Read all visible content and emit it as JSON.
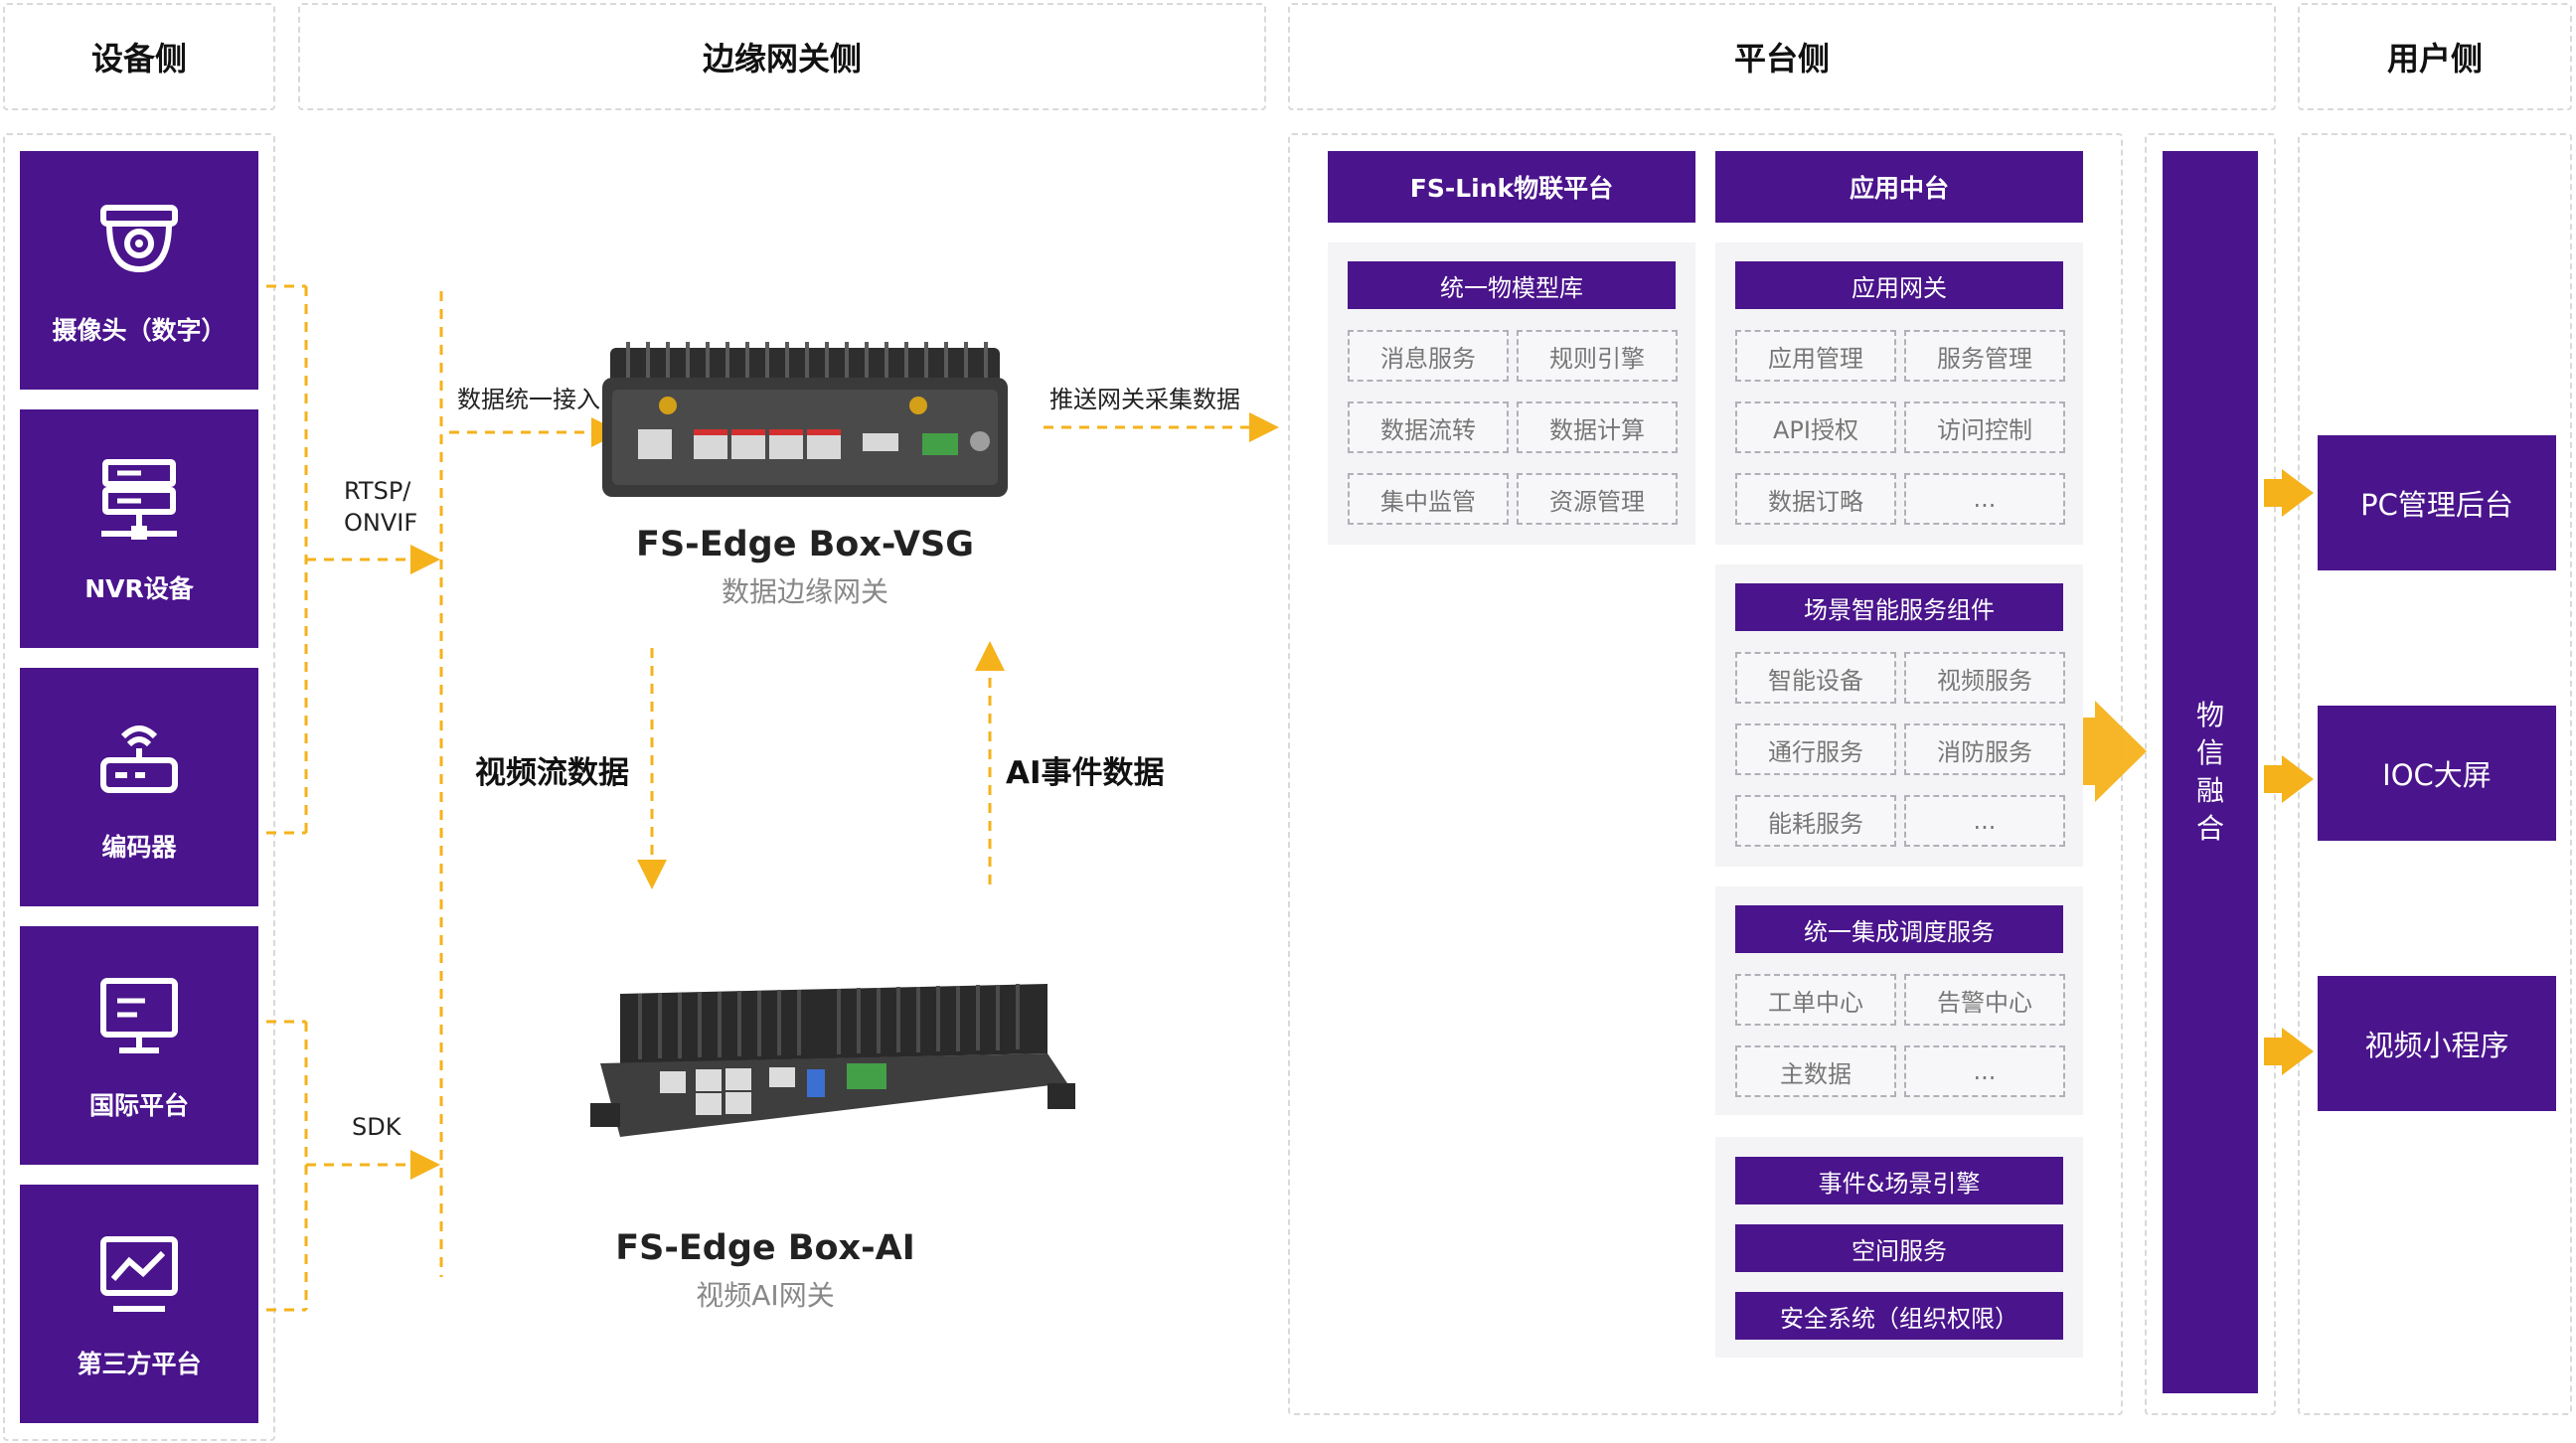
{
  "columns": {
    "device": "设备侧",
    "edge": "边缘网关侧",
    "platform": "平台侧",
    "user": "用户侧"
  },
  "devices": [
    {
      "label": "摄像头（数字）",
      "icon": "dome-camera-icon"
    },
    {
      "label": "NVR设备",
      "icon": "nvr-server-icon"
    },
    {
      "label": "编码器",
      "icon": "router-encoder-icon"
    },
    {
      "label": "国际平台",
      "icon": "monitor-icon"
    },
    {
      "label": "第三方平台",
      "icon": "chart-monitor-icon"
    }
  ],
  "edge": {
    "rtsp_label": "RTSP/",
    "onvif_label": "ONVIF",
    "sdk_label": "SDK",
    "data_access_label": "数据统一接入",
    "push_label": "推送网关采集数据",
    "video_stream_label": "视频流数据",
    "ai_event_label": "AI事件数据",
    "vsg": {
      "title": "FS-Edge Box-VSG",
      "subtitle": "数据边缘网关"
    },
    "ai": {
      "title": "FS-Edge Box-AI",
      "subtitle": "视频AI网关"
    }
  },
  "platform": {
    "fslink": {
      "header": "FS-Link物联平台",
      "sub": "统一物模型库",
      "items": [
        "消息服务",
        "规则引擎",
        "数据流转",
        "数据计算",
        "集中监管",
        "资源管理"
      ]
    },
    "app_center": {
      "header": "应用中台",
      "gateway": {
        "sub": "应用网关",
        "items": [
          "应用管理",
          "服务管理",
          "API授权",
          "访问控制",
          "数据订略",
          "..."
        ]
      },
      "scene": {
        "sub": "场景智能服务组件",
        "items": [
          "智能设备",
          "视频服务",
          "通行服务",
          "消防服务",
          "能耗服务",
          "..."
        ]
      },
      "dispatch": {
        "sub": "统一集成调度服务",
        "items": [
          "工单中心",
          "告警中心",
          "主数据",
          "..."
        ]
      },
      "engines": [
        "事件&场景引擎",
        "空间服务",
        "安全系统（组织权限）"
      ]
    },
    "fusion": [
      "物",
      "信",
      "融",
      "合"
    ]
  },
  "users": [
    "PC管理后台",
    "IOC大屏",
    "视频小程序"
  ],
  "colors": {
    "primary": "#4a148c",
    "arrow": "#f5b21b",
    "panel": "#f4f4f6",
    "border": "#d9d9d9"
  }
}
